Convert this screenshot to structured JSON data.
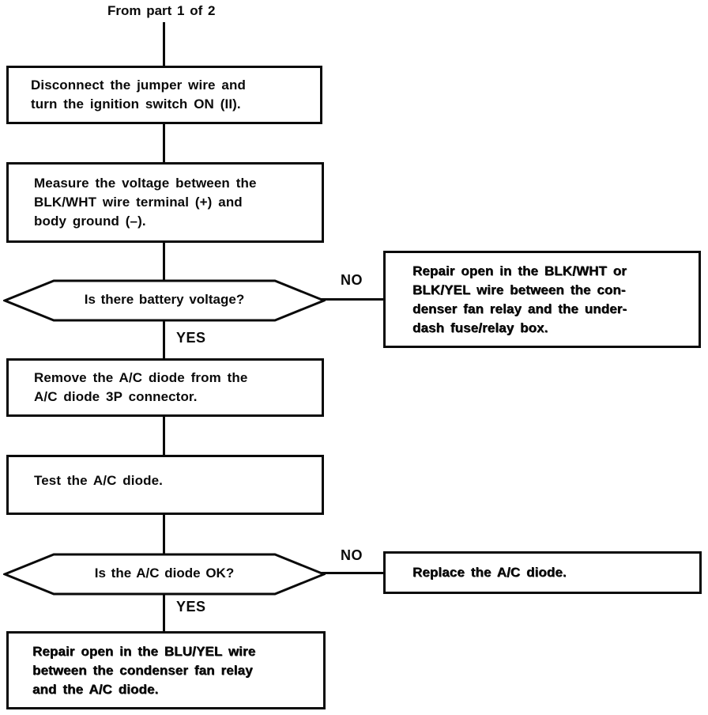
{
  "page": {
    "background": "#ffffff",
    "ink": "#0a0a0a"
  },
  "header": {
    "from_label": "From part 1 of 2"
  },
  "branch": {
    "yes": "YES",
    "no": "NO"
  },
  "nodes": {
    "step1": {
      "text": "Disconnect the jumper wire and turn the ignition switch ON (II).",
      "lines": [
        "Disconnect the jumper wire and",
        "turn the ignition switch ON (II)."
      ]
    },
    "step2": {
      "text": "Measure the voltage between the BLK/WHT wire terminal (+) and body ground (–).",
      "lines": [
        "Measure the voltage between the",
        "BLK/WHT wire terminal (+) and",
        "body ground (–)."
      ]
    },
    "decision1": {
      "text": "Is there battery voltage?"
    },
    "repair_no1": {
      "text": "Repair open in the BLK/WHT or BLK/YEL wire between the condenser fan relay and the underdash fuse/relay box.",
      "lines": [
        "Repair open in the BLK/WHT or",
        "BLK/YEL wire between the con-",
        "denser fan relay and the under-",
        "dash fuse/relay box."
      ]
    },
    "step3": {
      "text": "Remove the A/C diode from the A/C diode 3P connector.",
      "lines": [
        "Remove the A/C diode from the",
        "A/C diode 3P connector."
      ]
    },
    "step4": {
      "text": "Test the A/C diode.",
      "lines": [
        "Test the A/C diode."
      ]
    },
    "decision2": {
      "text": "Is the A/C diode OK?"
    },
    "replace_no2": {
      "text": "Replace the A/C diode."
    },
    "end": {
      "text": "Repair open in the BLU/YEL wire between the condenser fan relay and the A/C diode.",
      "lines": [
        "Repair open in the BLU/YEL wire",
        "between the condenser fan relay",
        "and the A/C diode."
      ]
    }
  }
}
